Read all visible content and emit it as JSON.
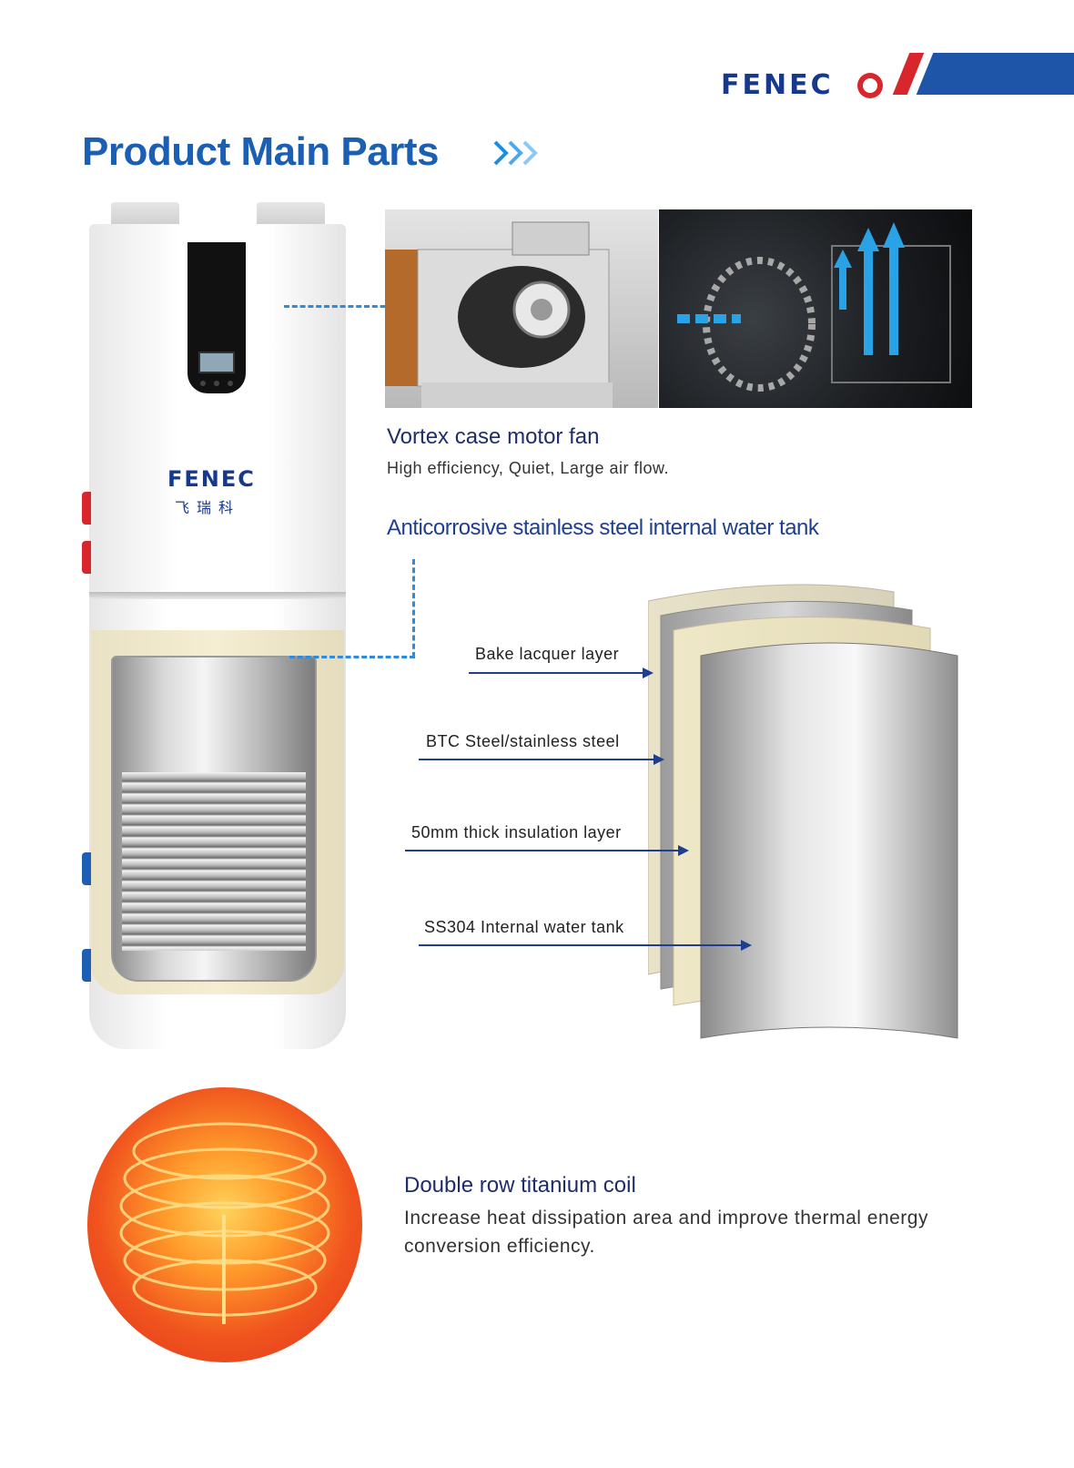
{
  "brand": {
    "name": "FENEC",
    "colors": {
      "blue": "#16398f",
      "red": "#d8262d",
      "accent": "#1a5fb4"
    }
  },
  "title": "Product Main Parts",
  "unit": {
    "logo": "FENEC",
    "logo_sub": "飞瑞科"
  },
  "fan": {
    "heading": "Vortex case motor fan",
    "description": "High efficiency, Quiet, Large air flow."
  },
  "tank": {
    "heading": "Anticorrosive stainless steel internal water tank",
    "layers": [
      {
        "label": "Bake lacquer layer"
      },
      {
        "label": "BTC Steel/stainless steel"
      },
      {
        "label": "50mm thick insulation layer"
      },
      {
        "label": "SS304 Internal water tank"
      }
    ]
  },
  "coil": {
    "heading": "Double row titanium coil",
    "description_line1": "Increase heat dissipation area and improve thermal energy",
    "description_line2": "conversion efficiency."
  }
}
